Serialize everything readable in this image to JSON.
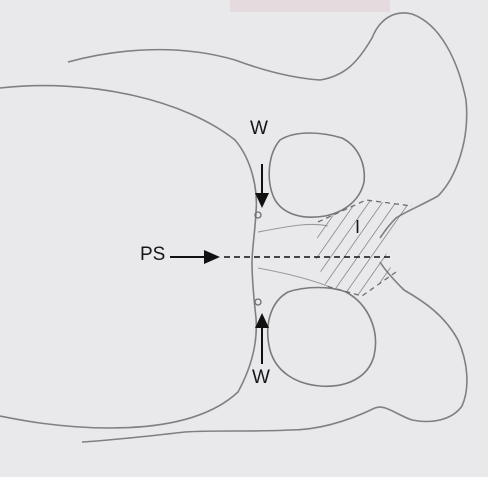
{
  "labels": {
    "w_top": "W",
    "w_bottom": "W",
    "ps": "PS",
    "i": "I"
  },
  "colors": {
    "paper": "#e9e9ec",
    "pencil": "#7a7a7a",
    "ink": "#111111",
    "watermark": "#e3d0d4"
  }
}
